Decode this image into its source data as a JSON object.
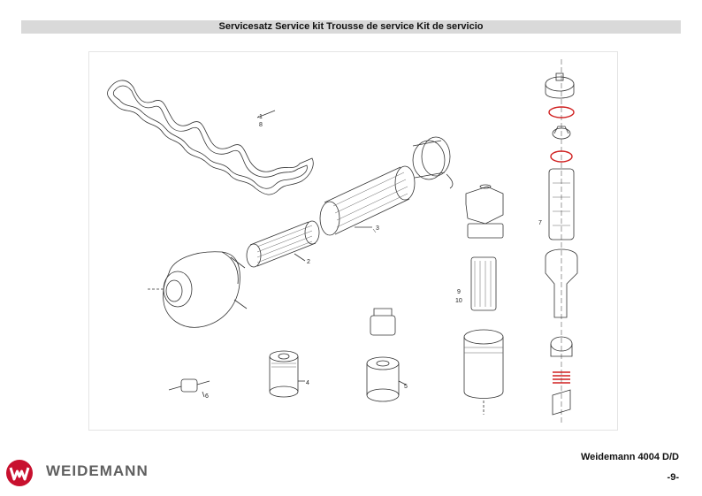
{
  "header": {
    "title": "Servicesatz Service kit Trousse de service Kit de servicio"
  },
  "drawing": {
    "callouts": [
      "1",
      "8",
      "2",
      "3",
      "4",
      "5",
      "6",
      "7",
      "9",
      "10"
    ]
  },
  "footer": {
    "model": "Weidemann 4004 D/D",
    "page": "-9-",
    "brand": "WEIDEMANN"
  },
  "colors": {
    "title_bar": "#d9d9d9",
    "seal_rings": "#d02020",
    "logo_red": "#c8102e",
    "logo_gray": "#5f5f5f"
  }
}
